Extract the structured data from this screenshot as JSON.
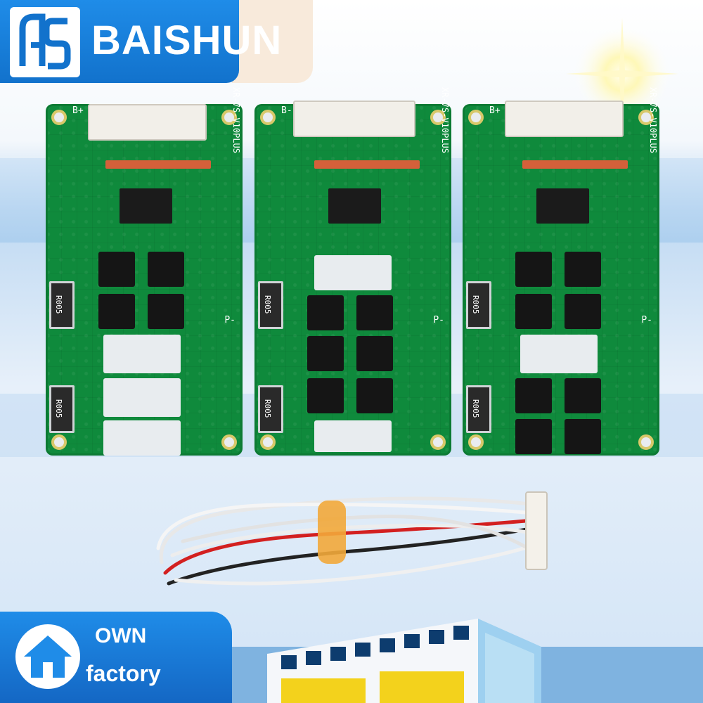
{
  "brand": {
    "name_part1": "BAISHUN",
    "colors": {
      "primary": "#1f8ce8",
      "tail": "#f8eadb"
    }
  },
  "badge": {
    "line1": "OWN",
    "line2": "factory",
    "icon": "house-icon"
  },
  "boards": [
    {
      "model": "XR-7S-V10PLUS",
      "resistor1": "R005",
      "resistor2": "R005"
    },
    {
      "model": "XR-7S-V10PLUS",
      "resistor1": "R005",
      "resistor2": "R005"
    },
    {
      "model": "XR-7S-V10PLUS",
      "resistor1": "R005",
      "resistor2": "R005"
    }
  ],
  "labels": {
    "b_plus": "B+",
    "b_minus": "B-",
    "p_minus": "P-"
  }
}
